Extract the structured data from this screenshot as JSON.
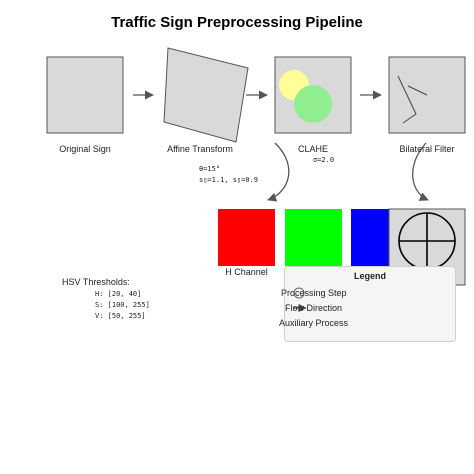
{
  "title": "Traffic Sign Preprocessing Pipeline",
  "stages": {
    "original": "Original Sign",
    "affine": "Affine Transform",
    "clahe": "CLAHE",
    "bilateral": "Bilateral Filter"
  },
  "params": {
    "affine_theta": "θ=15°",
    "affine_scale": "s▯=1.1, s▯=0.9",
    "clahe_sigma": "σ=2.0"
  },
  "channels": {
    "h_label": "H Channel"
  },
  "hsv": {
    "heading": "HSV Thresholds:",
    "h": "H: [20, 40]",
    "s": "S: [100, 255]",
    "v": "V: [50, 255]"
  },
  "legend": {
    "title": "Legend",
    "items": [
      "Processing Step",
      "Flow Direction",
      "Auxiliary Process"
    ]
  },
  "colors": {
    "box_fill": "#d9d9d9",
    "box_stroke": "#555555",
    "arrow": "#555555",
    "red": "#ff0000",
    "green": "#00ff00",
    "blue": "#0000ff",
    "clahe_yellow": "#ffff99",
    "clahe_green": "#90ee90"
  }
}
